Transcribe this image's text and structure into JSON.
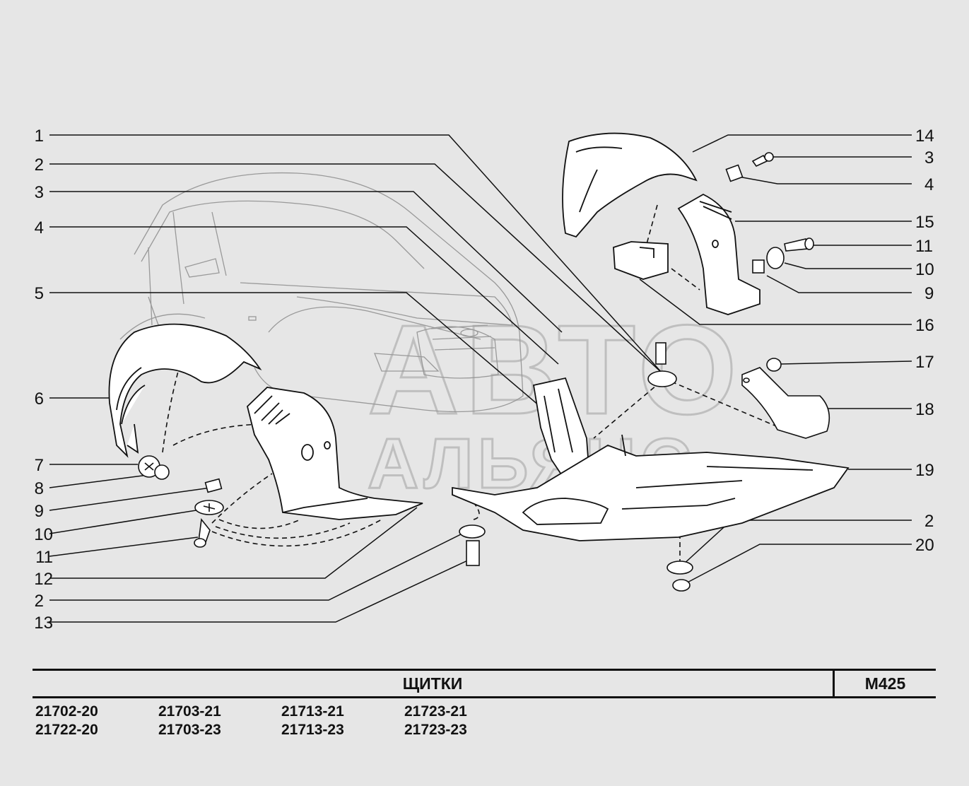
{
  "callouts_left": [
    "1",
    "2",
    "3",
    "4",
    "5",
    "6",
    "7",
    "8",
    "9",
    "10",
    "11",
    "12",
    "2",
    "13"
  ],
  "callouts_right": [
    "14",
    "3",
    "4",
    "15",
    "11",
    "10",
    "9",
    "16",
    "17",
    "18",
    "19",
    "2",
    "20"
  ],
  "watermark": {
    "line1": "АВТО",
    "line2": "АЛЬЯНС"
  },
  "footer": {
    "title": "ЩИТКИ",
    "code": "М425",
    "models": [
      "21702-20",
      "21703-21",
      "21713-21",
      "21723-21",
      "21722-20",
      "21703-23",
      "21713-23",
      "21723-23"
    ]
  }
}
